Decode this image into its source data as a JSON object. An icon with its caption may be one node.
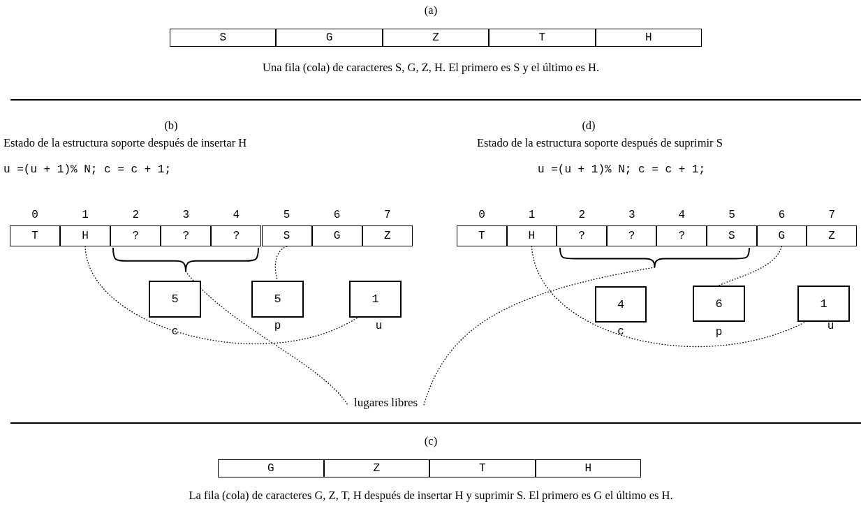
{
  "diagram": {
    "nodes": [
      {
        "text": [
          "S"
        ]
      },
      {
        "text": [
          "G"
        ]
      },
      {
        "text": [
          "Z"
        ]
      },
      {
        "text": [
          "T"
        ]
      },
      {
        "text": [
          "H"
        ]
      },
      {
        "text": [
          "T"
        ]
      },
      {
        "text": [
          "H"
        ]
      },
      {
        "text": [
          "?"
        ]
      },
      {
        "text": [
          "?"
        ]
      },
      {
        "text": [
          "?"
        ]
      },
      {
        "text": [
          "S"
        ]
      },
      {
        "text": [
          "G"
        ]
      },
      {
        "text": [
          "Z"
        ]
      },
      {
        "text": [],
        "shape": "brace"
      },
      {
        "text": [
          "5"
        ],
        "beside": [
          "c"
        ]
      },
      {
        "text": [
          "5"
        ],
        "beside": [
          "p"
        ]
      },
      {
        "text": [
          "1"
        ],
        "beside": [
          "u"
        ]
      },
      {
        "text": [
          "T"
        ]
      },
      {
        "text": [
          "H"
        ]
      },
      {
        "text": [
          "?"
        ]
      },
      {
        "text": [
          "?"
        ]
      },
      {
        "text": [
          "?"
        ]
      },
      {
        "text": [
          "S"
        ]
      },
      {
        "text": [
          "G"
        ]
      },
      {
        "text": [
          "Z"
        ]
      },
      {
        "text": [],
        "shape": "brace"
      },
      {
        "text": [
          "4"
        ],
        "beside": [
          "c"
        ]
      },
      {
        "text": [
          "6"
        ],
        "beside": [
          "p"
        ]
      },
      {
        "text": [
          "1"
        ],
        "beside": [
          "u"
        ]
      },
      {
        "text": [
          "lugares libres"
        ]
      },
      {
        "text": [
          "G"
        ]
      },
      {
        "text": [
          "Z"
        ]
      },
      {
        "text": [
          "T"
        ]
      },
      {
        "text": [
          "H"
        ]
      }
    ],
    "edges": [
      {
        "from": 6,
        "to": 16,
        "arrow": "none",
        "style": "dashed"
      },
      {
        "from": 10,
        "to": 15,
        "arrow": "none",
        "style": "dashed"
      },
      {
        "from": 13,
        "to": 29,
        "arrow": "none",
        "style": "dashed"
      },
      {
        "from": 18,
        "to": 28,
        "arrow": "none",
        "style": "dashed"
      },
      {
        "from": 23,
        "to": 27,
        "arrow": "none",
        "style": "dashed"
      },
      {
        "from": 25,
        "to": 29,
        "arrow": "none",
        "style": "dashed"
      }
    ],
    "labels": [
      "(a)",
      "Una fila (cola) de caracteres S, G, Z, H. El primero es S y el último es H.",
      "(b)",
      "(d)",
      "Estado de la estructura soporte después de insertar H",
      "Estado de la estructura soporte después de suprimir S",
      "u =(u + 1)% N; c = c + 1;",
      "u =(u + 1)% N; c = c + 1;",
      "0",
      "1",
      "2",
      "3",
      "4",
      "5",
      "6",
      "7",
      "0",
      "1",
      "2",
      "3",
      "4",
      "5",
      "6",
      "7",
      "(c)",
      "La fila (cola) de caracteres G, Z, T, H después de insertar H y suprimir S. El primero es G el último es H."
    ]
  }
}
